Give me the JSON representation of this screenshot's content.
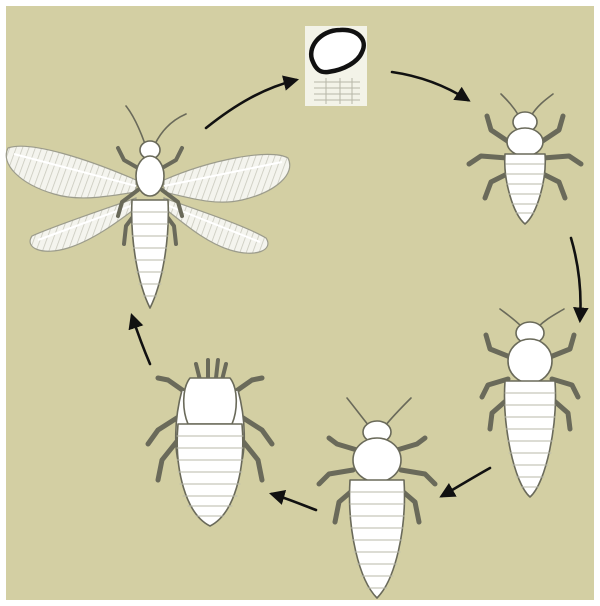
{
  "diagram": {
    "kind": "life-cycle",
    "colors": {
      "background": "#d3cfa3",
      "frame": "#ffffff",
      "insect_fill": "#ffffff",
      "insect_outline": "#6a6a5a",
      "arrow": "#111111",
      "egg_outline": "#111111"
    },
    "stages": [
      {
        "id": "egg",
        "icon": "egg-icon"
      },
      {
        "id": "nymph-1",
        "icon": "nymph-icon"
      },
      {
        "id": "nymph-2",
        "icon": "nymph-icon"
      },
      {
        "id": "nymph-3",
        "icon": "nymph-icon"
      },
      {
        "id": "pupa",
        "icon": "pupa-icon"
      },
      {
        "id": "adult",
        "icon": "winged-adult-icon"
      }
    ],
    "cycle_direction": "clockwise"
  }
}
